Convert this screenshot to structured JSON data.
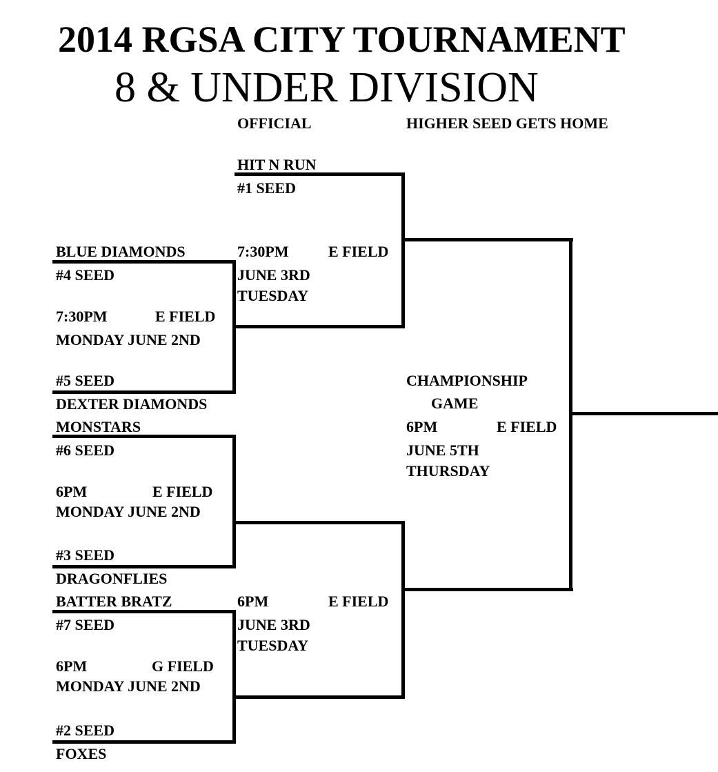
{
  "header": {
    "title": "2014 RGSA CITY TOURNAMENT",
    "subtitle": "8 & UNDER DIVISION",
    "official": "OFFICIAL",
    "home_rule": "HIGHER SEED GETS HOME"
  },
  "first_round": [
    {
      "top_team": "BLUE DIAMONDS",
      "top_seed": "#4 SEED",
      "time": "7:30PM",
      "field": "E FIELD",
      "date": "MONDAY JUNE 2ND",
      "bottom_seed": "#5 SEED",
      "bottom_team": "DEXTER DIAMONDS"
    },
    {
      "top_team": "MONSTARS",
      "top_seed": "#6 SEED",
      "time": "6PM",
      "field": "E FIELD",
      "date": "MONDAY JUNE 2ND",
      "bottom_seed": "#3 SEED",
      "bottom_team": "DRAGONFLIES"
    },
    {
      "top_team": "BATTER BRATZ",
      "top_seed": "#7 SEED",
      "time": "6PM",
      "field": "G FIELD",
      "date": "MONDAY JUNE 2ND",
      "bottom_seed": "#2 SEED",
      "bottom_team": "FOXES"
    }
  ],
  "second_round": {
    "bye_team": "HIT N RUN",
    "bye_seed": "#1 SEED",
    "game1": {
      "time": "7:30PM",
      "field": "E FIELD",
      "date": "JUNE 3RD",
      "day": "TUESDAY"
    },
    "game2": {
      "time": "6PM",
      "field": "E FIELD",
      "date": "JUNE 3RD",
      "day": "TUESDAY"
    }
  },
  "championship": {
    "line1": "CHAMPIONSHIP",
    "line2": "GAME",
    "time": "6PM",
    "field": "E FIELD",
    "date": "JUNE 5TH",
    "day": "THURSDAY"
  }
}
